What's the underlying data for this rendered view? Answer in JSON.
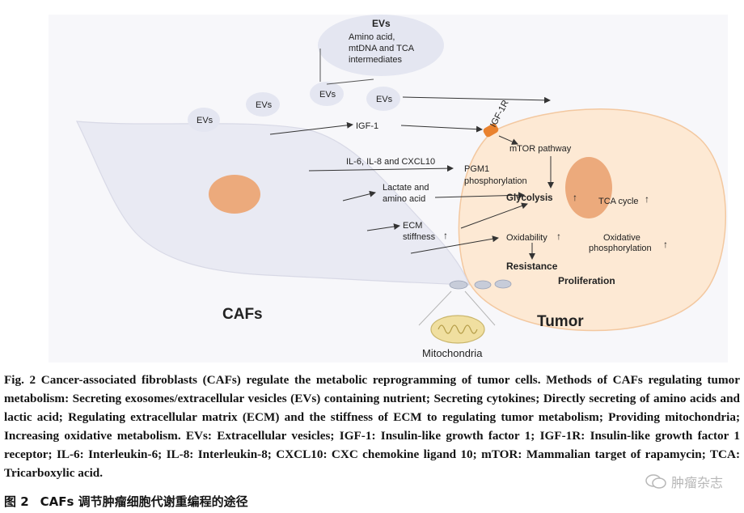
{
  "diagram": {
    "evs_main": {
      "title": "EVs",
      "line1": "Amino acid,",
      "line2": "mtDNA and TCA",
      "line3": "intermediates"
    },
    "ev_labels": [
      "EVs",
      "EVs",
      "EVs",
      "EVs"
    ],
    "receptor_label": "IGF-1R",
    "signals": {
      "igf1": "IGF-1",
      "cytokines": "IL-6, IL-8 and CXCL10",
      "lactate_line1": "Lactate and",
      "lactate_line2": "amino acid",
      "ecm_line1": "ECM",
      "ecm_line2": "stiffness",
      "ecm_arrow": "↑"
    },
    "tumor_labels": {
      "mtor": "mTOR pathway",
      "pgm1_line1": "PGM1",
      "pgm1_line2": "phosphorylation",
      "glycolysis": "Glycolysis",
      "glycolysis_arrow": "↑",
      "tca": "TCA cycle",
      "tca_arrow": "↑",
      "oxidability": "Oxidability",
      "oxidability_arrow": "↑",
      "oxphos_line1": "Oxidative",
      "oxphos_line2": "phosphorylation",
      "oxphos_arrow": "↑",
      "resistance": "Resistance",
      "proliferation": "Proliferation"
    },
    "cafs_label": "CAFs",
    "tumor_label": "Tumor",
    "mitochondria_label": "Mitochondria",
    "colors": {
      "caf_cell": "#e9eaf3",
      "tumor_cell": "#fde9d4",
      "nucleus": "#ecaa7c",
      "ev": "#e4e6f1",
      "receptor": "#e9822f"
    }
  },
  "caption_en": "Fig. 2    Cancer-associated fibroblasts (CAFs) regulate the metabolic reprogramming of tumor cells. Methods of CAFs regulating tumor metabolism: Secreting exosomes/extracellular vesicles (EVs) containing nutrient; Secreting cytokines; Directly secreting of amino acids and lactic acid; Regulating extracellular matrix (ECM) and the stiffness of ECM to regulating tumor metabolism; Providing mitochondria; Increasing oxidative metabolism. EVs: Extracellular vesicles; IGF-1: Insulin-like growth factor 1; IGF-1R: Insulin-like growth factor 1 receptor; IL-6: Interleukin-6; IL-8: Interleukin-8; CXCL10: CXC chemokine ligand 10; mTOR: Mammalian target of rapamycin; TCA: Tricarboxylic acid.",
  "caption_cn": {
    "num": "图 2",
    "text": "CAFs 调节肿瘤细胞代谢重编程的途径"
  },
  "watermark": "肿瘤杂志"
}
